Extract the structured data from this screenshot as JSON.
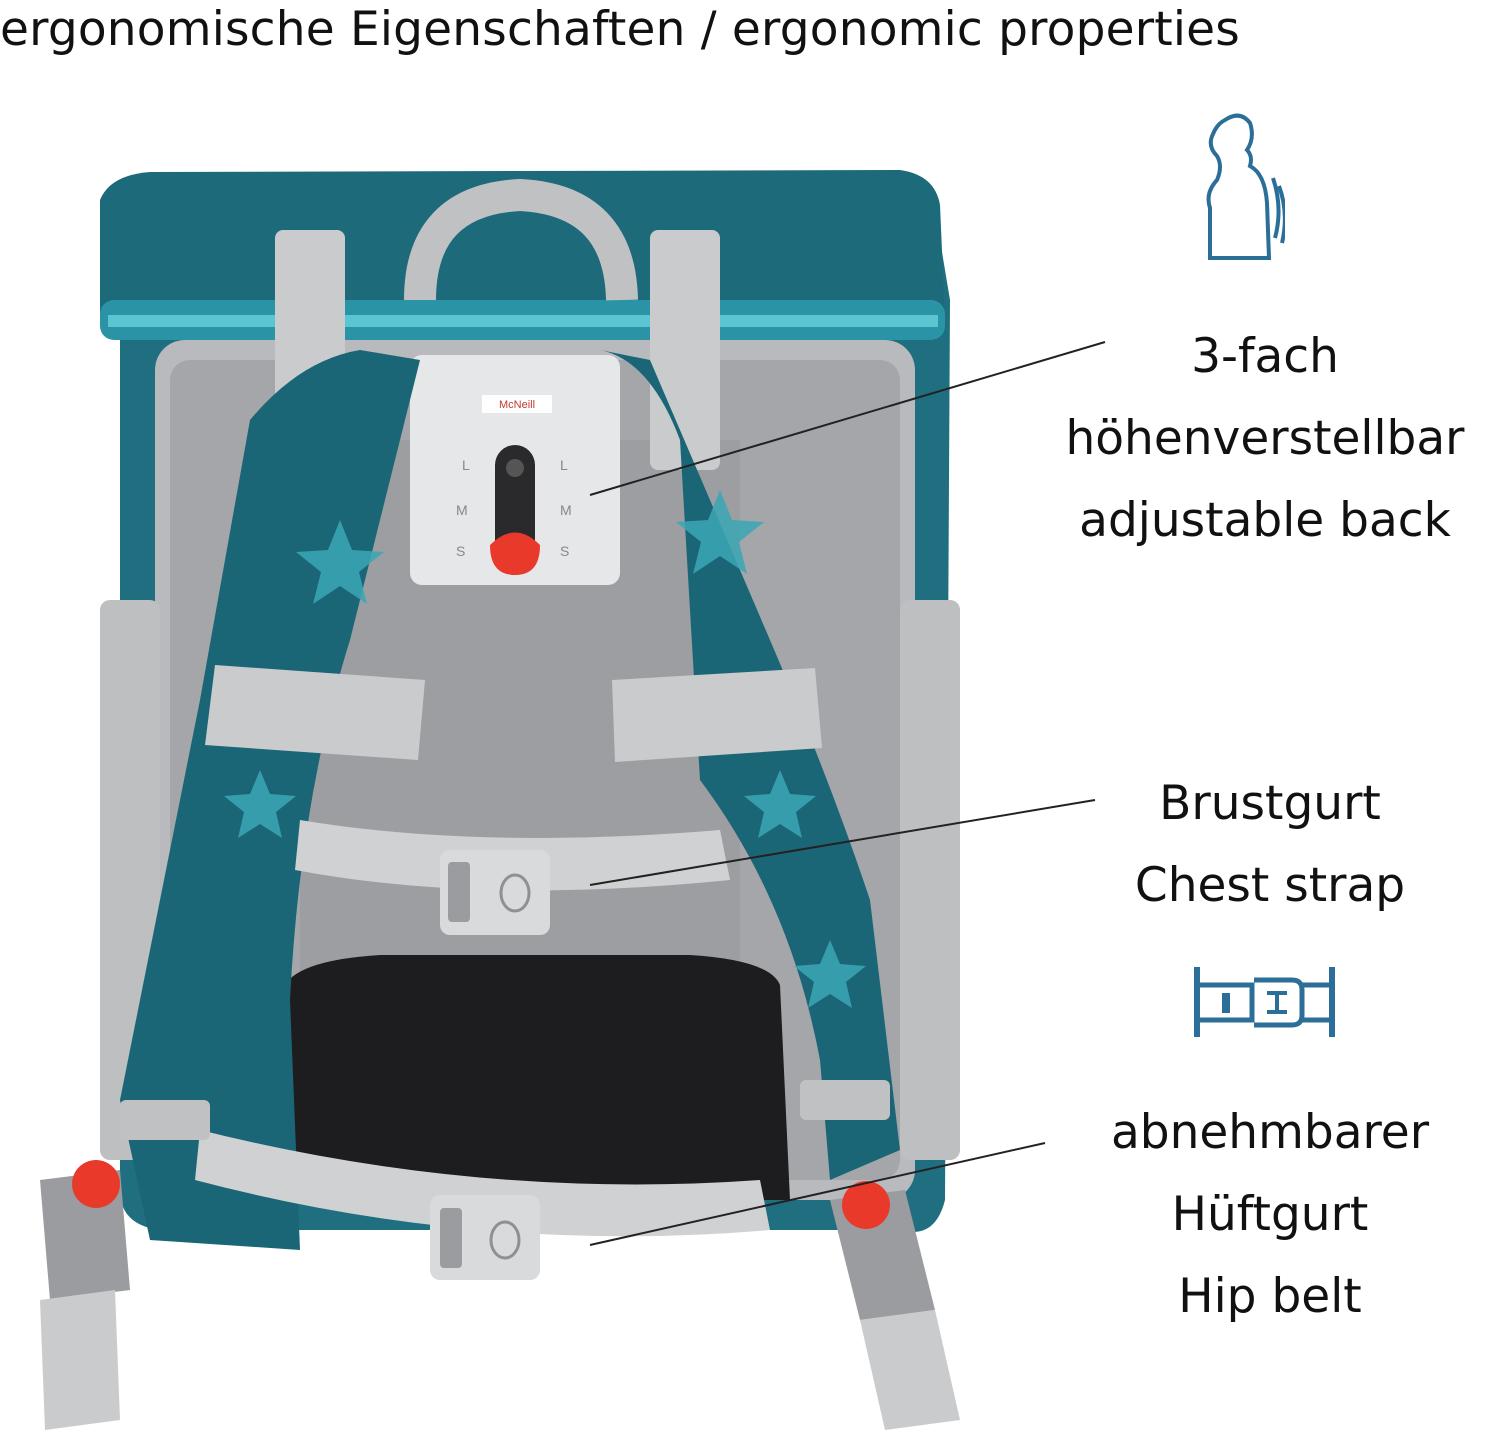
{
  "title": "ergonomische Eigenschaften / ergonomic properties",
  "callouts": {
    "back": {
      "line1": "3-fach",
      "line2": "höhenverstellbar",
      "line3": "adjustable back"
    },
    "chest": {
      "line1": "Brustgurt",
      "line2": "Chest strap"
    },
    "hip": {
      "line1": "abnehmbarer",
      "line2": "Hüftgurt",
      "line3": "Hip belt"
    }
  },
  "backpack": {
    "brand_logo": "McNeill",
    "size_marks": [
      "L",
      "M",
      "S"
    ]
  },
  "icons": {
    "posture": "posture-icon",
    "buckle": "buckle-icon"
  },
  "colors": {
    "teal": "#1f6f80",
    "teal_light": "#3aa7b5",
    "grey_strap": "#c9cbcd",
    "grey_back": "#a9abae",
    "red_button": "#e8392a",
    "icon_blue": "#2b6f98"
  }
}
